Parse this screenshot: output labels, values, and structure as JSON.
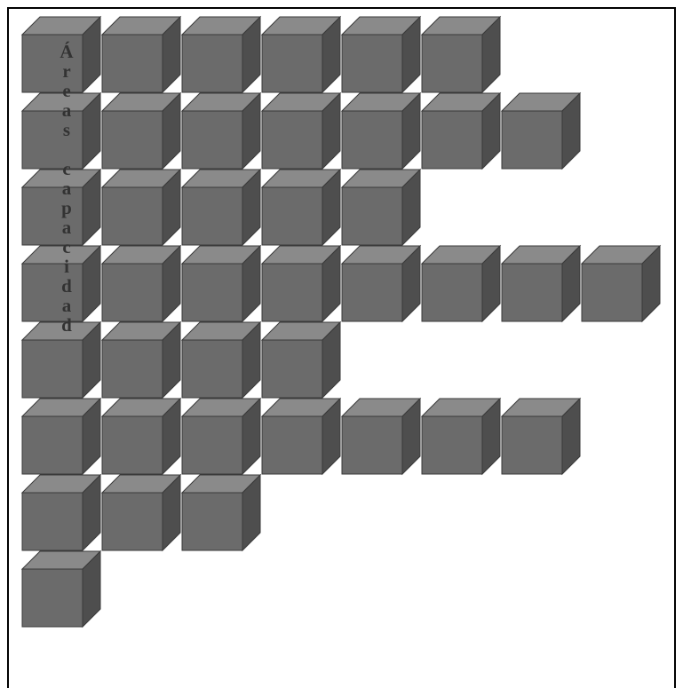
{
  "label": "Áreas capacidad",
  "rows": [
    {
      "cubes": 6
    },
    {
      "cubes": 7
    },
    {
      "cubes": 5
    },
    {
      "cubes": 8
    },
    {
      "cubes": 4
    },
    {
      "cubes": 7
    },
    {
      "cubes": 3
    },
    {
      "cubes": 1
    }
  ],
  "colors": {
    "front": "#6b6b6b",
    "top": "#8a8a8a",
    "side": "#4e4e4e",
    "edge": "#3a3a3a"
  }
}
